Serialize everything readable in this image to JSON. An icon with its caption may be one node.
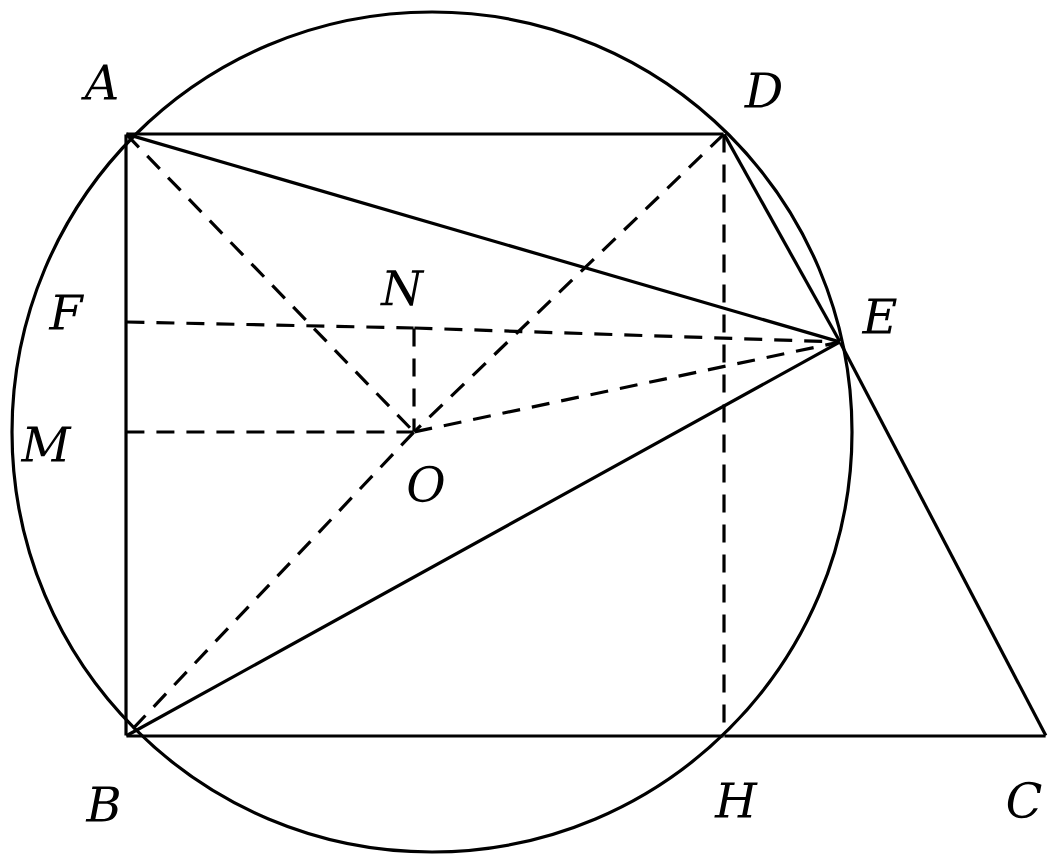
{
  "diagram": {
    "nodes": [
      {
        "text": [
          "A"
        ]
      },
      {
        "text": [
          "D"
        ]
      },
      {
        "text": [
          "E"
        ]
      },
      {
        "text": [
          "F"
        ]
      },
      {
        "text": [
          "N"
        ]
      },
      {
        "text": [
          "M"
        ]
      },
      {
        "text": [
          "O"
        ]
      },
      {
        "text": [
          "B"
        ]
      },
      {
        "text": [
          "H"
        ]
      },
      {
        "text": [
          "C"
        ]
      }
    ],
    "edges": [
      {
        "from": 0,
        "to": 1,
        "arrow": "none"
      },
      {
        "from": 0,
        "to": 7,
        "arrow": "none"
      },
      {
        "from": 7,
        "to": 8,
        "arrow": "none"
      },
      {
        "from": 8,
        "to": 9,
        "arrow": "none"
      },
      {
        "from": 1,
        "to": 2,
        "arrow": "none"
      },
      {
        "from": 2,
        "to": 9,
        "arrow": "none"
      },
      {
        "from": 0,
        "to": 2,
        "arrow": "none"
      },
      {
        "from": 7,
        "to": 2,
        "arrow": "none"
      },
      {
        "from": 0,
        "to": 6,
        "arrow": "none",
        "style": "dashed"
      },
      {
        "from": 1,
        "to": 6,
        "arrow": "none",
        "style": "dashed"
      },
      {
        "from": 6,
        "to": 7,
        "arrow": "none",
        "style": "dashed"
      },
      {
        "from": 6,
        "to": 2,
        "arrow": "none",
        "style": "dashed"
      },
      {
        "from": 1,
        "to": 8,
        "arrow": "none",
        "style": "dashed"
      },
      {
        "from": 3,
        "to": 4,
        "arrow": "none",
        "style": "dashed"
      },
      {
        "from": 4,
        "to": 2,
        "arrow": "none",
        "style": "dashed"
      },
      {
        "from": 5,
        "to": 6,
        "arrow": "none",
        "style": "dashed"
      },
      {
        "from": 4,
        "to": 6,
        "arrow": "none",
        "style": "dashed"
      }
    ]
  }
}
